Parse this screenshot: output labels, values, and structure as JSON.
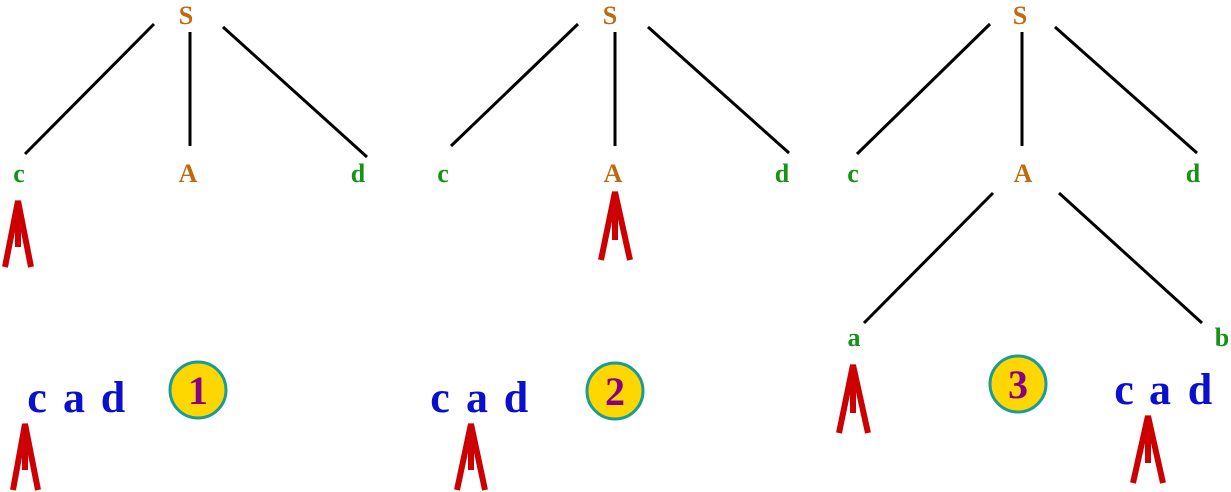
{
  "title": "Top-down parsing with backtracking: S -> c A d, A -> a b",
  "colors": {
    "nonterminal": "#c06a10",
    "terminal": "#149414",
    "input": "#0a10cc",
    "pointer": "#cc0000",
    "badge_fill": "#ffd700",
    "badge_border": "#1a9c96",
    "badge_text": "#880088"
  },
  "panels": [
    {
      "step": "1",
      "root": "S",
      "children": [
        "c",
        "A",
        "d"
      ],
      "grandchildren": [],
      "input": [
        "c",
        "a",
        "d"
      ],
      "tree_pointer_at": "c",
      "input_pointer_at": 0
    },
    {
      "step": "2",
      "root": "S",
      "children": [
        "c",
        "A",
        "d"
      ],
      "grandchildren": [],
      "input": [
        "c",
        "a",
        "d"
      ],
      "tree_pointer_at": "A",
      "input_pointer_at": 1
    },
    {
      "step": "3",
      "root": "S",
      "children": [
        "c",
        "A",
        "d"
      ],
      "grandchildren": [
        "a",
        "b"
      ],
      "input": [
        "c",
        "a",
        "d"
      ],
      "tree_pointer_at": "a",
      "input_pointer_at": 1
    }
  ]
}
